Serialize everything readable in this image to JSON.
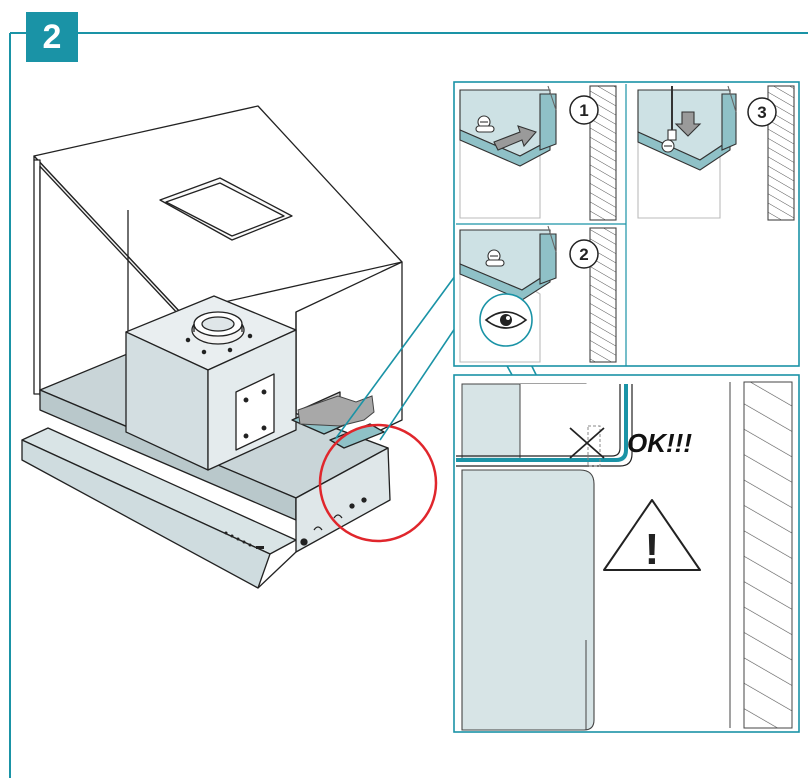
{
  "step": {
    "number": "2"
  },
  "details": [
    {
      "number": "1"
    },
    {
      "number": "2"
    },
    {
      "number": "3"
    }
  ],
  "warning": {
    "ok_label": "OK!!!",
    "symbol": "!"
  },
  "colors": {
    "accent": "#1a93a6",
    "panel_fill": "#d7e4e6",
    "bracket_fill": "#8fc1c7",
    "highlight_red": "#e0262c"
  },
  "icons": [
    "eye-icon",
    "warning-triangle-icon",
    "cross-out-icon",
    "arrow-push-icon",
    "screwdriver-icon"
  ]
}
